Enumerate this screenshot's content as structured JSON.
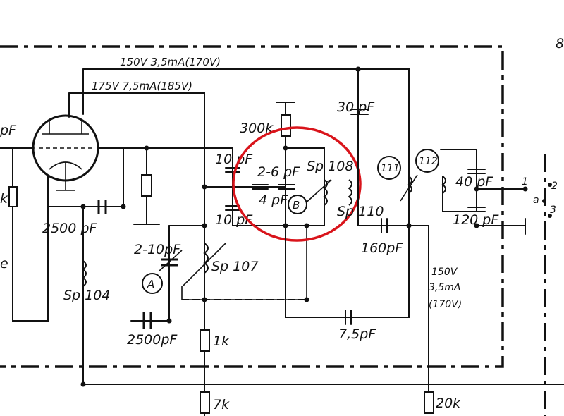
{
  "labels": {
    "rail1": "150V  3,5mA(170V)",
    "rail2": "175V 7,5mA(185V)",
    "c_left": "pF",
    "r_left": "k",
    "c2500a": "2500 pF",
    "c2_10": "2-10pF",
    "sp107": "Sp 107",
    "sp104": "Sp 104",
    "c2500b": "2500pF",
    "r1k": "1k",
    "r7k": "7k",
    "r300k": "300k",
    "c30": "30 pF",
    "c10a": "10 pF",
    "c10b": "10 pF",
    "c2_6": "2-6 pF",
    "c4": "4 pF",
    "sp108": "Sp 108",
    "sp110": "Sp 110",
    "c160": "160pF",
    "c7_5": "7,5pF",
    "c40": "40 pF",
    "c120": "120 pF",
    "rail3_a": "150V",
    "rail3_b": "3,5mA",
    "rail3_c": "(170V)",
    "r20k": "20k",
    "pin1": "1",
    "pin2": "2",
    "pin3": "3",
    "pin_a": "a",
    "edge_char": "8",
    "mark_e": "e"
  },
  "markers": {
    "A": "A",
    "B": "B",
    "m111": "111",
    "m112": "112"
  },
  "colors": {
    "ink": "#111111",
    "highlight": "#d9141b",
    "paper": "#ffffff"
  }
}
